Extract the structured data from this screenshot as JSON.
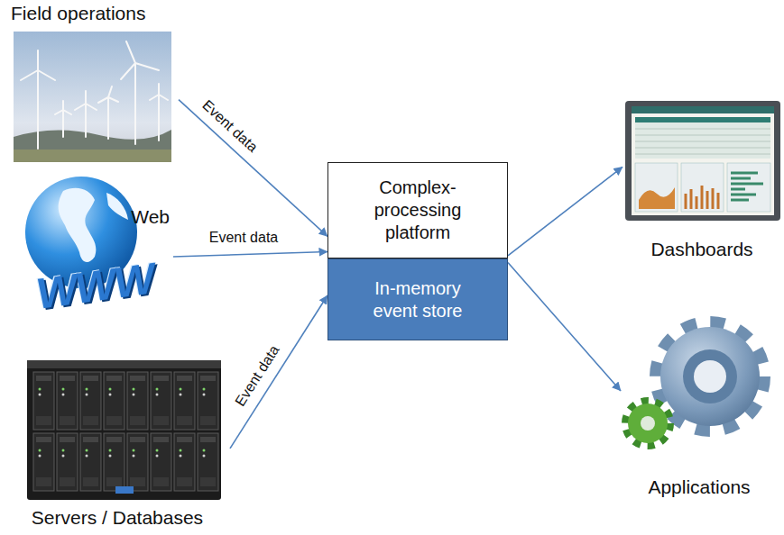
{
  "diagram": {
    "nodes": [
      {
        "text": [
          "Field operations"
        ]
      },
      {
        "text": [
          "Web"
        ]
      },
      {
        "text": [
          "Servers / Databases"
        ]
      },
      {
        "text": [
          "Complex- processing platform"
        ]
      },
      {
        "text": [
          "In-memory event store"
        ]
      },
      {
        "text": [
          "Dashboards"
        ]
      },
      {
        "text": [
          "Applications"
        ]
      }
    ],
    "edges": [
      {
        "from": 0,
        "to": 3,
        "label": "Event data",
        "arrow": "to"
      },
      {
        "from": 1,
        "to": 3,
        "label": "Event data",
        "arrow": "to"
      },
      {
        "from": 2,
        "to": 4,
        "label": "Event data",
        "arrow": "to"
      },
      {
        "from": 3,
        "to": 5,
        "arrow": "to"
      },
      {
        "from": 4,
        "to": 6,
        "arrow": "to"
      }
    ],
    "labels": [
      "WWW"
    ]
  }
}
